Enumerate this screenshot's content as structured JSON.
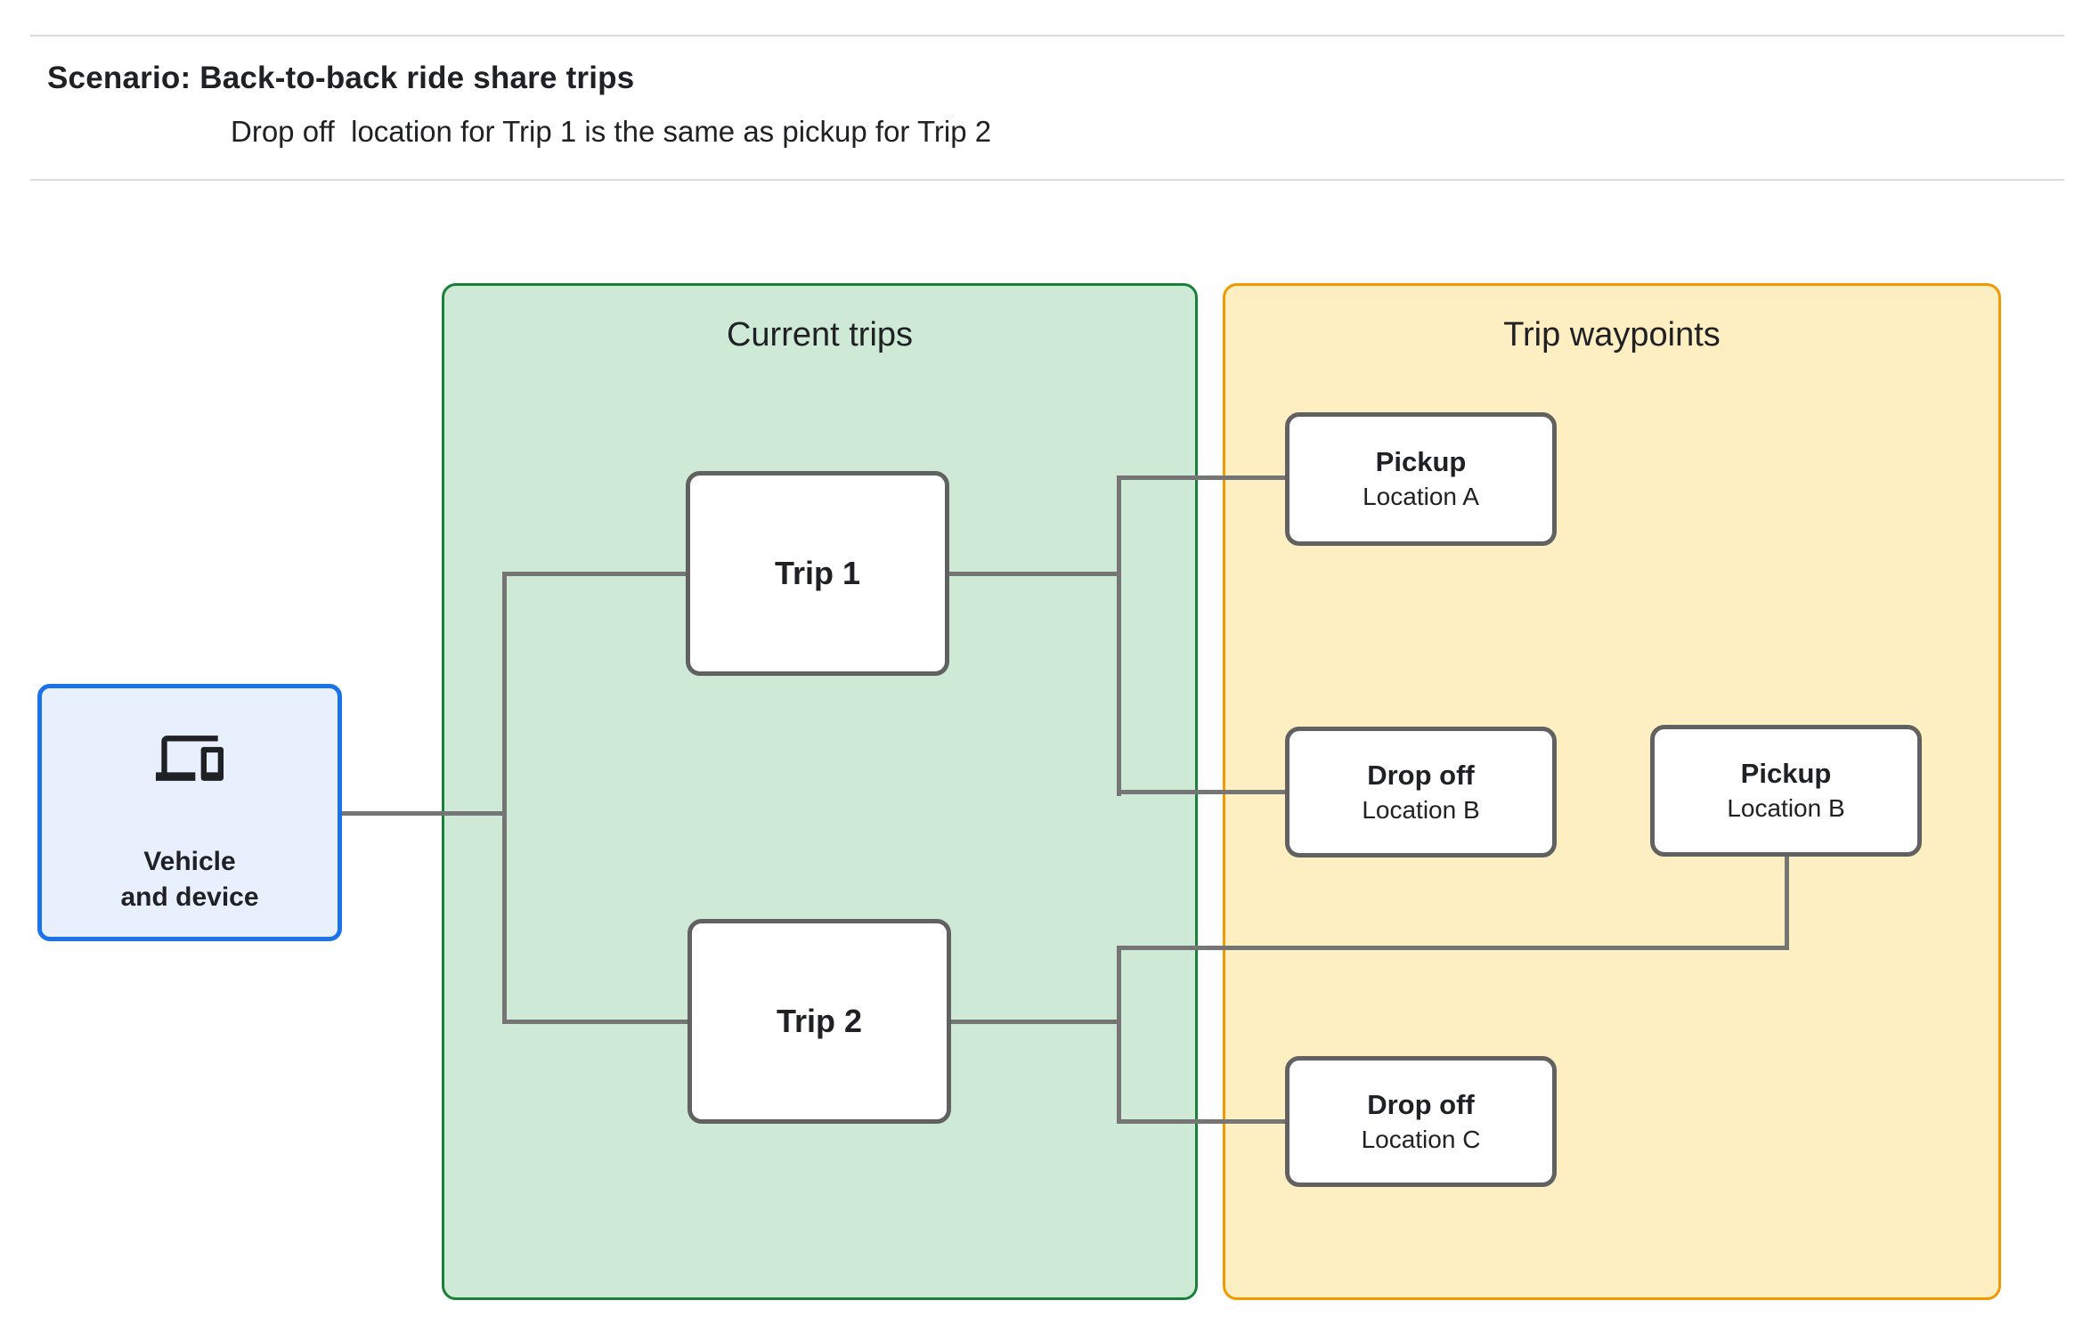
{
  "header": {
    "title": "Scenario: Back-to-back ride share trips",
    "subtitle": "Drop off  location for Trip 1 is the same as pickup for Trip 2"
  },
  "diagram": {
    "vehicle_node": {
      "icon": "devices-icon",
      "label_lines": [
        "Vehicle",
        "and device"
      ]
    },
    "current_trips": {
      "title": "Current trips",
      "nodes": [
        {
          "label": "Trip 1"
        },
        {
          "label": "Trip 2"
        }
      ]
    },
    "trip_waypoints": {
      "title": "Trip waypoints",
      "nodes": [
        {
          "title": "Pickup",
          "subtitle": "Location A"
        },
        {
          "title": "Drop off",
          "subtitle": "Location B"
        },
        {
          "title": "Pickup",
          "subtitle": "Location B"
        },
        {
          "title": "Drop off",
          "subtitle": "Location C"
        }
      ]
    },
    "edges": [
      {
        "from": "vehicle-and-device",
        "to": "trip-1"
      },
      {
        "from": "vehicle-and-device",
        "to": "trip-2"
      },
      {
        "from": "trip-1",
        "to": "pickup-location-a"
      },
      {
        "from": "trip-1",
        "to": "dropoff-location-b"
      },
      {
        "from": "pickup-location-b",
        "to": "trip-2"
      },
      {
        "from": "trip-2",
        "to": "dropoff-location-c"
      }
    ]
  },
  "colors": {
    "blue_fill": "#e8f0fe",
    "blue_border": "#1a73e8",
    "green_fill": "#ceead6",
    "green_border": "#188038",
    "yellow_fill": "#feefc3",
    "yellow_border": "#f29900",
    "node_border": "#616161",
    "connector": "#757575",
    "text": "#202124",
    "divider": "#dadce0"
  }
}
